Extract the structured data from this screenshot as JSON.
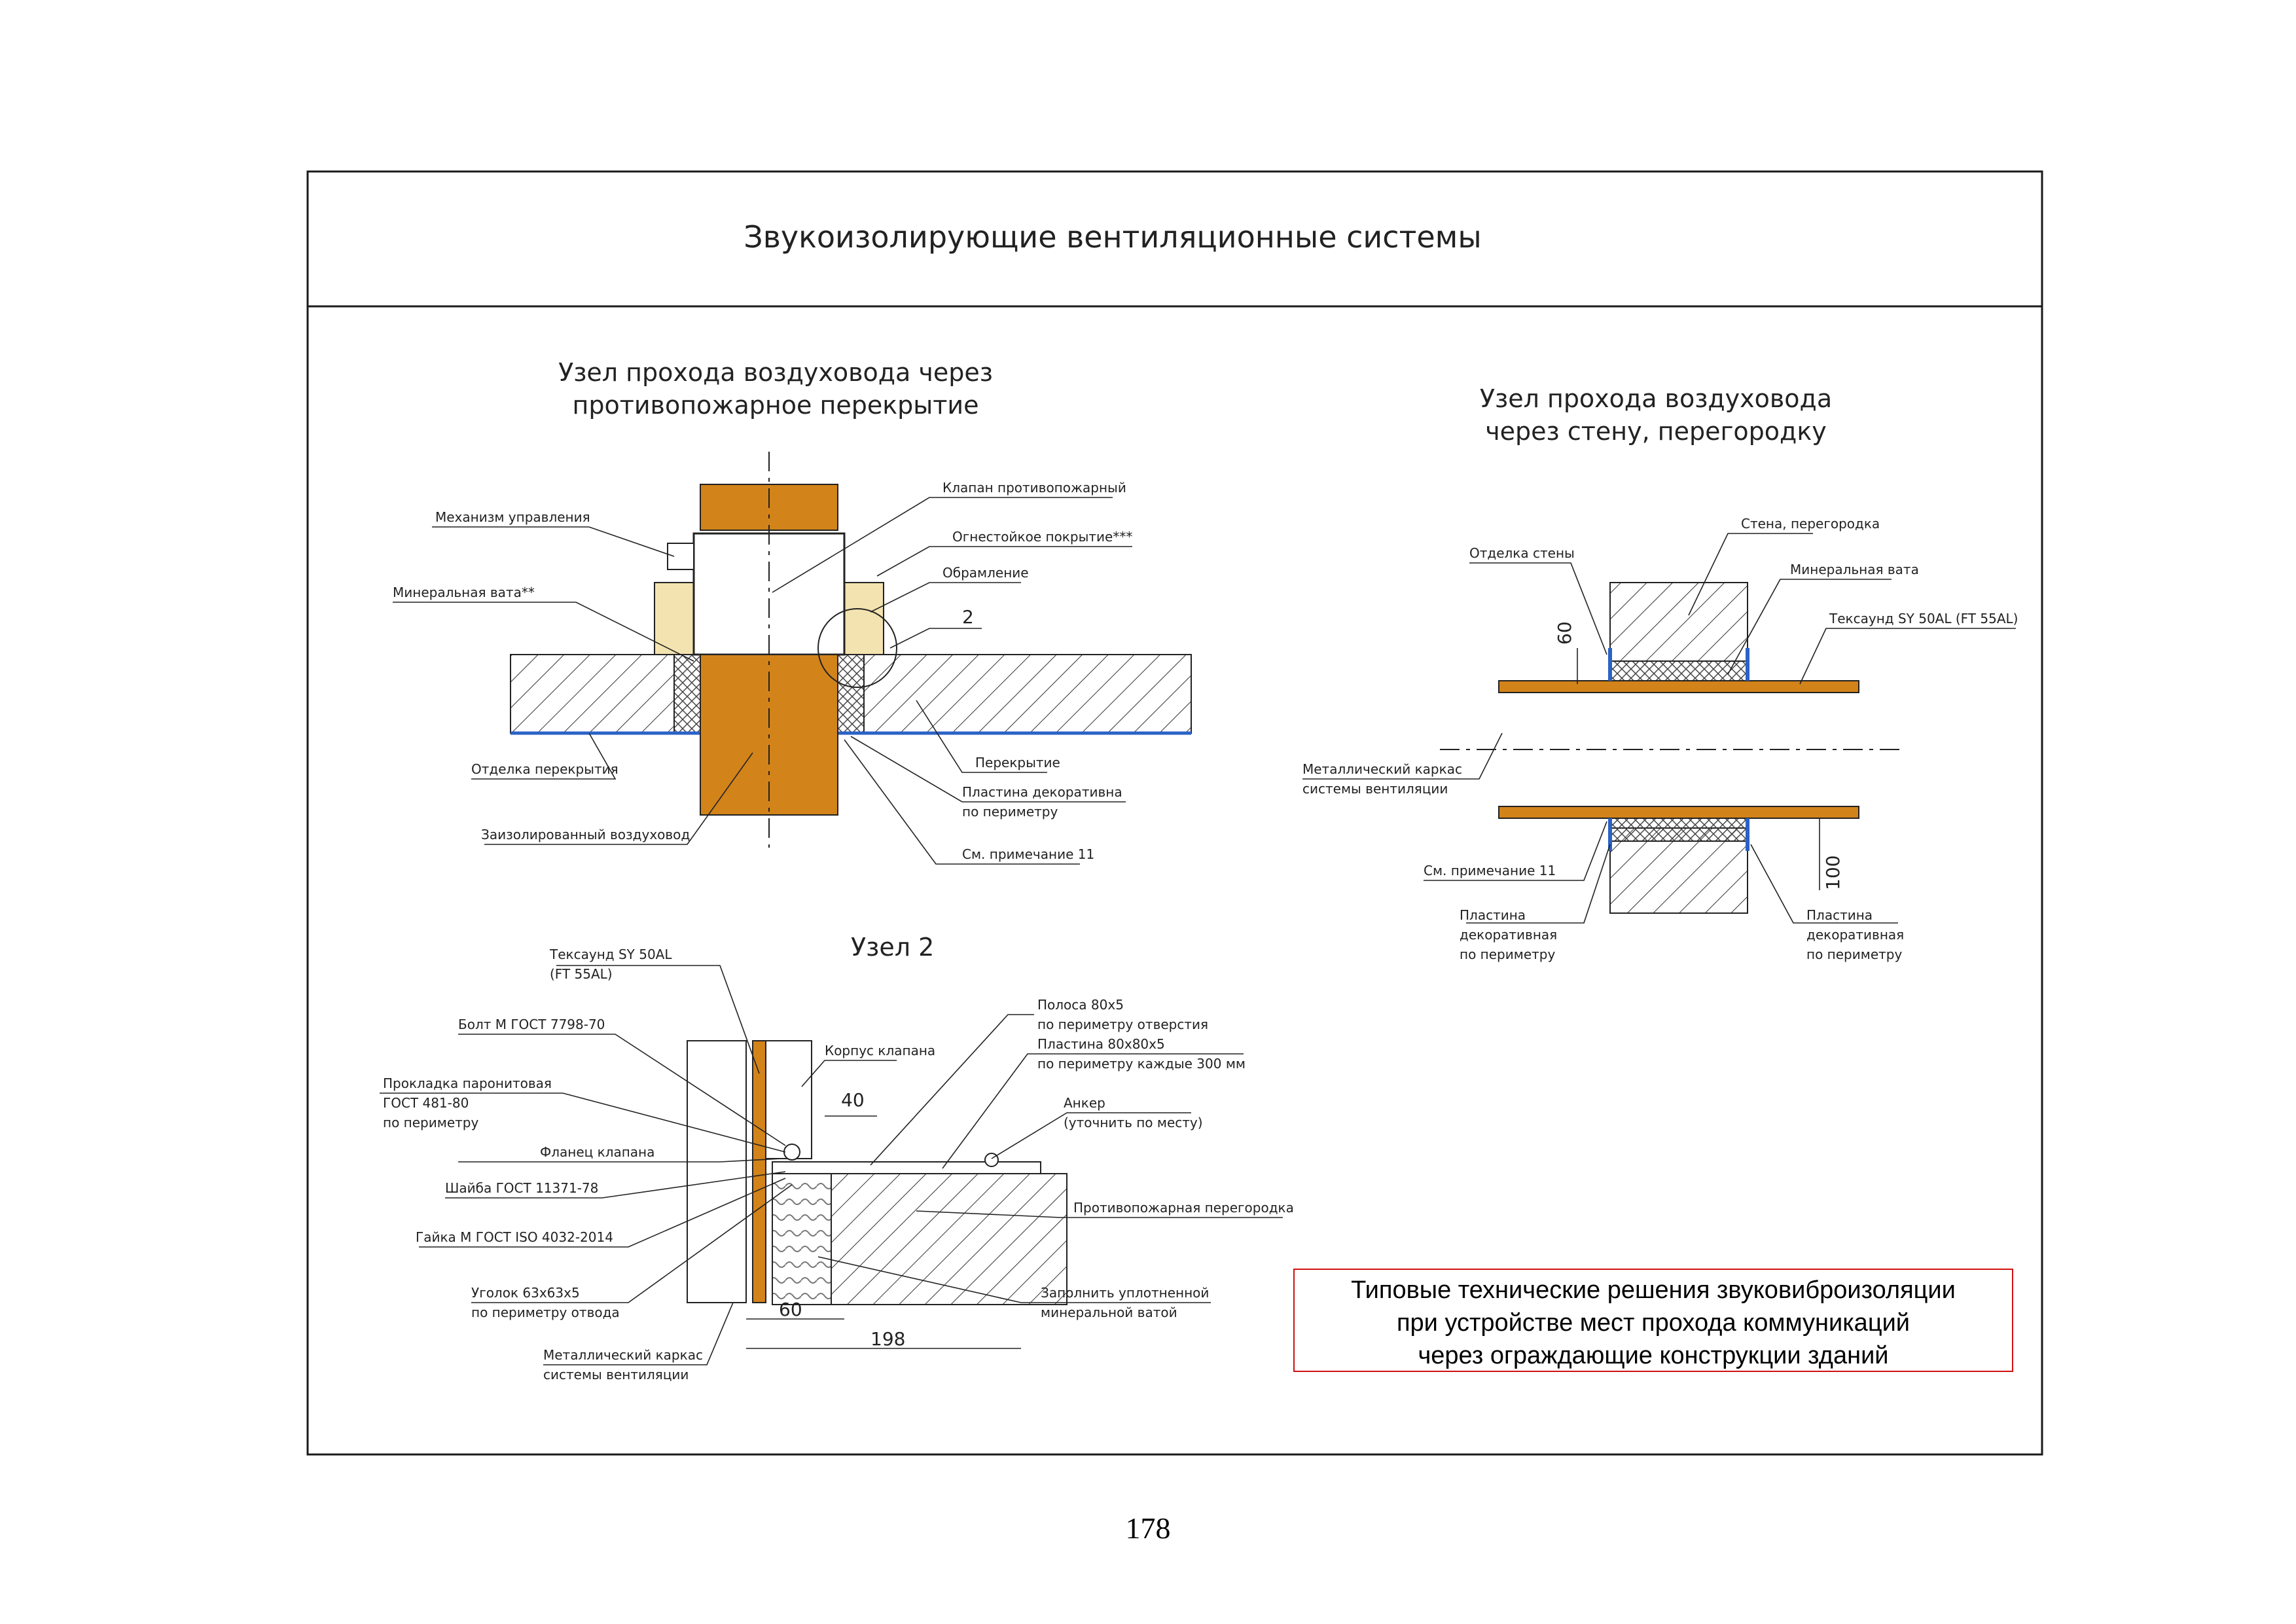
{
  "sheet": {
    "title": "Звукоизолирующие вентиляционные системы",
    "page_number": "178"
  },
  "colors": {
    "duct": "#d2831a",
    "fire_coating": "#f3e3b0",
    "frame_line": "#1a1a1a",
    "plate_blue": "#2a62c6",
    "note_border": "#d01010"
  },
  "detail_floor": {
    "title_line1": "Узел прохода воздуховода через",
    "title_line2": "противопожарное перекрытие",
    "labels": {
      "valve": "Клапан противопожарный",
      "mechanism": "Механизм управления",
      "fire_coating": "Огнестойкое покрытие***",
      "framing": "Обрамление",
      "mineral_wool": "Минеральная вата**",
      "node_ref": "2",
      "floor_finish": "Отделка перекрытия",
      "slab": "Перекрытие",
      "plate_line1": "Пластина декоративна",
      "plate_line2": "по периметру",
      "see_note": "См. примечание 11",
      "insulated_duct": "Заизолированный воздуховод"
    }
  },
  "detail_wall": {
    "title_line1": "Узел прохода воздуховода",
    "title_line2": "через стену, перегородку",
    "labels": {
      "wall_finish": "Отделка стены",
      "wall": "Стена, перегородка",
      "mineral_wool": "Минеральная вата",
      "texound": "Тексаунд SY 50AL (FT 55AL)",
      "frame_line1": "Металлический каркас",
      "frame_line2": "системы вентиляции",
      "see_note": "См. примечание 11",
      "plate_left_1": "Пластина",
      "plate_left_2": "декоративная",
      "plate_left_3": "по периметру",
      "plate_right_1": "Пластина",
      "plate_right_2": "декоративная",
      "plate_right_3": "по периметру"
    },
    "dimensions": {
      "dim_top": "60",
      "dim_bottom": "100"
    }
  },
  "detail_node2": {
    "title": "Узел 2",
    "labels": {
      "texound_line1": "Тексаунд SY 50AL",
      "texound_line2": "(FT 55AL)",
      "bolt": "Болт М ГОСТ 7798-70",
      "valve_body": "Корпус клапана",
      "gasket_line1": "Прокладка паронитовая",
      "gasket_line2": "ГОСТ 481-80",
      "gasket_line3": "по периметру",
      "flange": "Фланец клапана",
      "washer": "Шайба ГОСТ 11371-78",
      "nut": "Гайка М ГОСТ ISO 4032-2014",
      "angle_line1": "Уголок 63х63х5",
      "angle_line2": "по периметру отвода",
      "frame_line1": "Металлический каркас",
      "frame_line2": "системы вентиляции",
      "strip_line1": "Полоса 80х5",
      "strip_line2": "по периметру отверстия",
      "plate_line1": "Пластина 80х80х5",
      "plate_line2": "по периметру каждые 300 мм",
      "anchor_line1": "Анкер",
      "anchor_line2": "(уточнить по месту)",
      "partition": "Противопожарная перегородка",
      "fill_line1": "Заполнить уплотненной",
      "fill_line2": "минеральной ватой"
    },
    "dimensions": {
      "d40": "40",
      "d60": "60",
      "d198": "198"
    }
  },
  "note": {
    "line1": "Типовые технические решения звуковиброизоляции",
    "line2": "при устройстве мест прохода коммуникаций",
    "line3": "через ограждающие конструкции зданий"
  }
}
